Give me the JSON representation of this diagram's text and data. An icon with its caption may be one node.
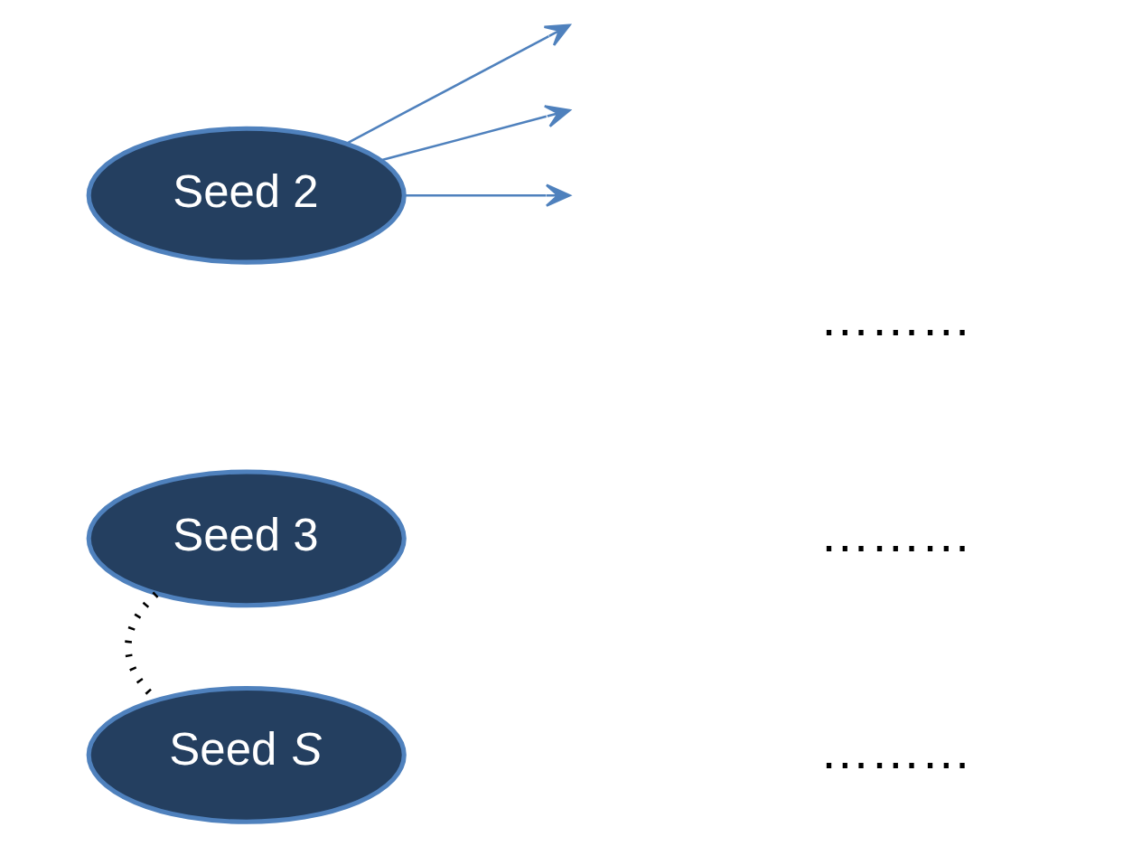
{
  "diagram": {
    "nodes": [
      {
        "text": [
          "Seed 2"
        ]
      },
      {
        "text": [
          "Seed 3"
        ]
      },
      {
        "text": [
          "Seed *S*"
        ]
      }
    ],
    "edges": [
      {
        "from": 0,
        "to": null,
        "arrow": "to"
      },
      {
        "from": 0,
        "to": null,
        "arrow": "to"
      },
      {
        "from": 0,
        "to": null,
        "arrow": "to"
      },
      {
        "from": 1,
        "to": 2,
        "arrow": "none",
        "style": "dashed",
        "color": "#000000"
      }
    ],
    "labels": [
      "………",
      "………",
      "………"
    ]
  }
}
